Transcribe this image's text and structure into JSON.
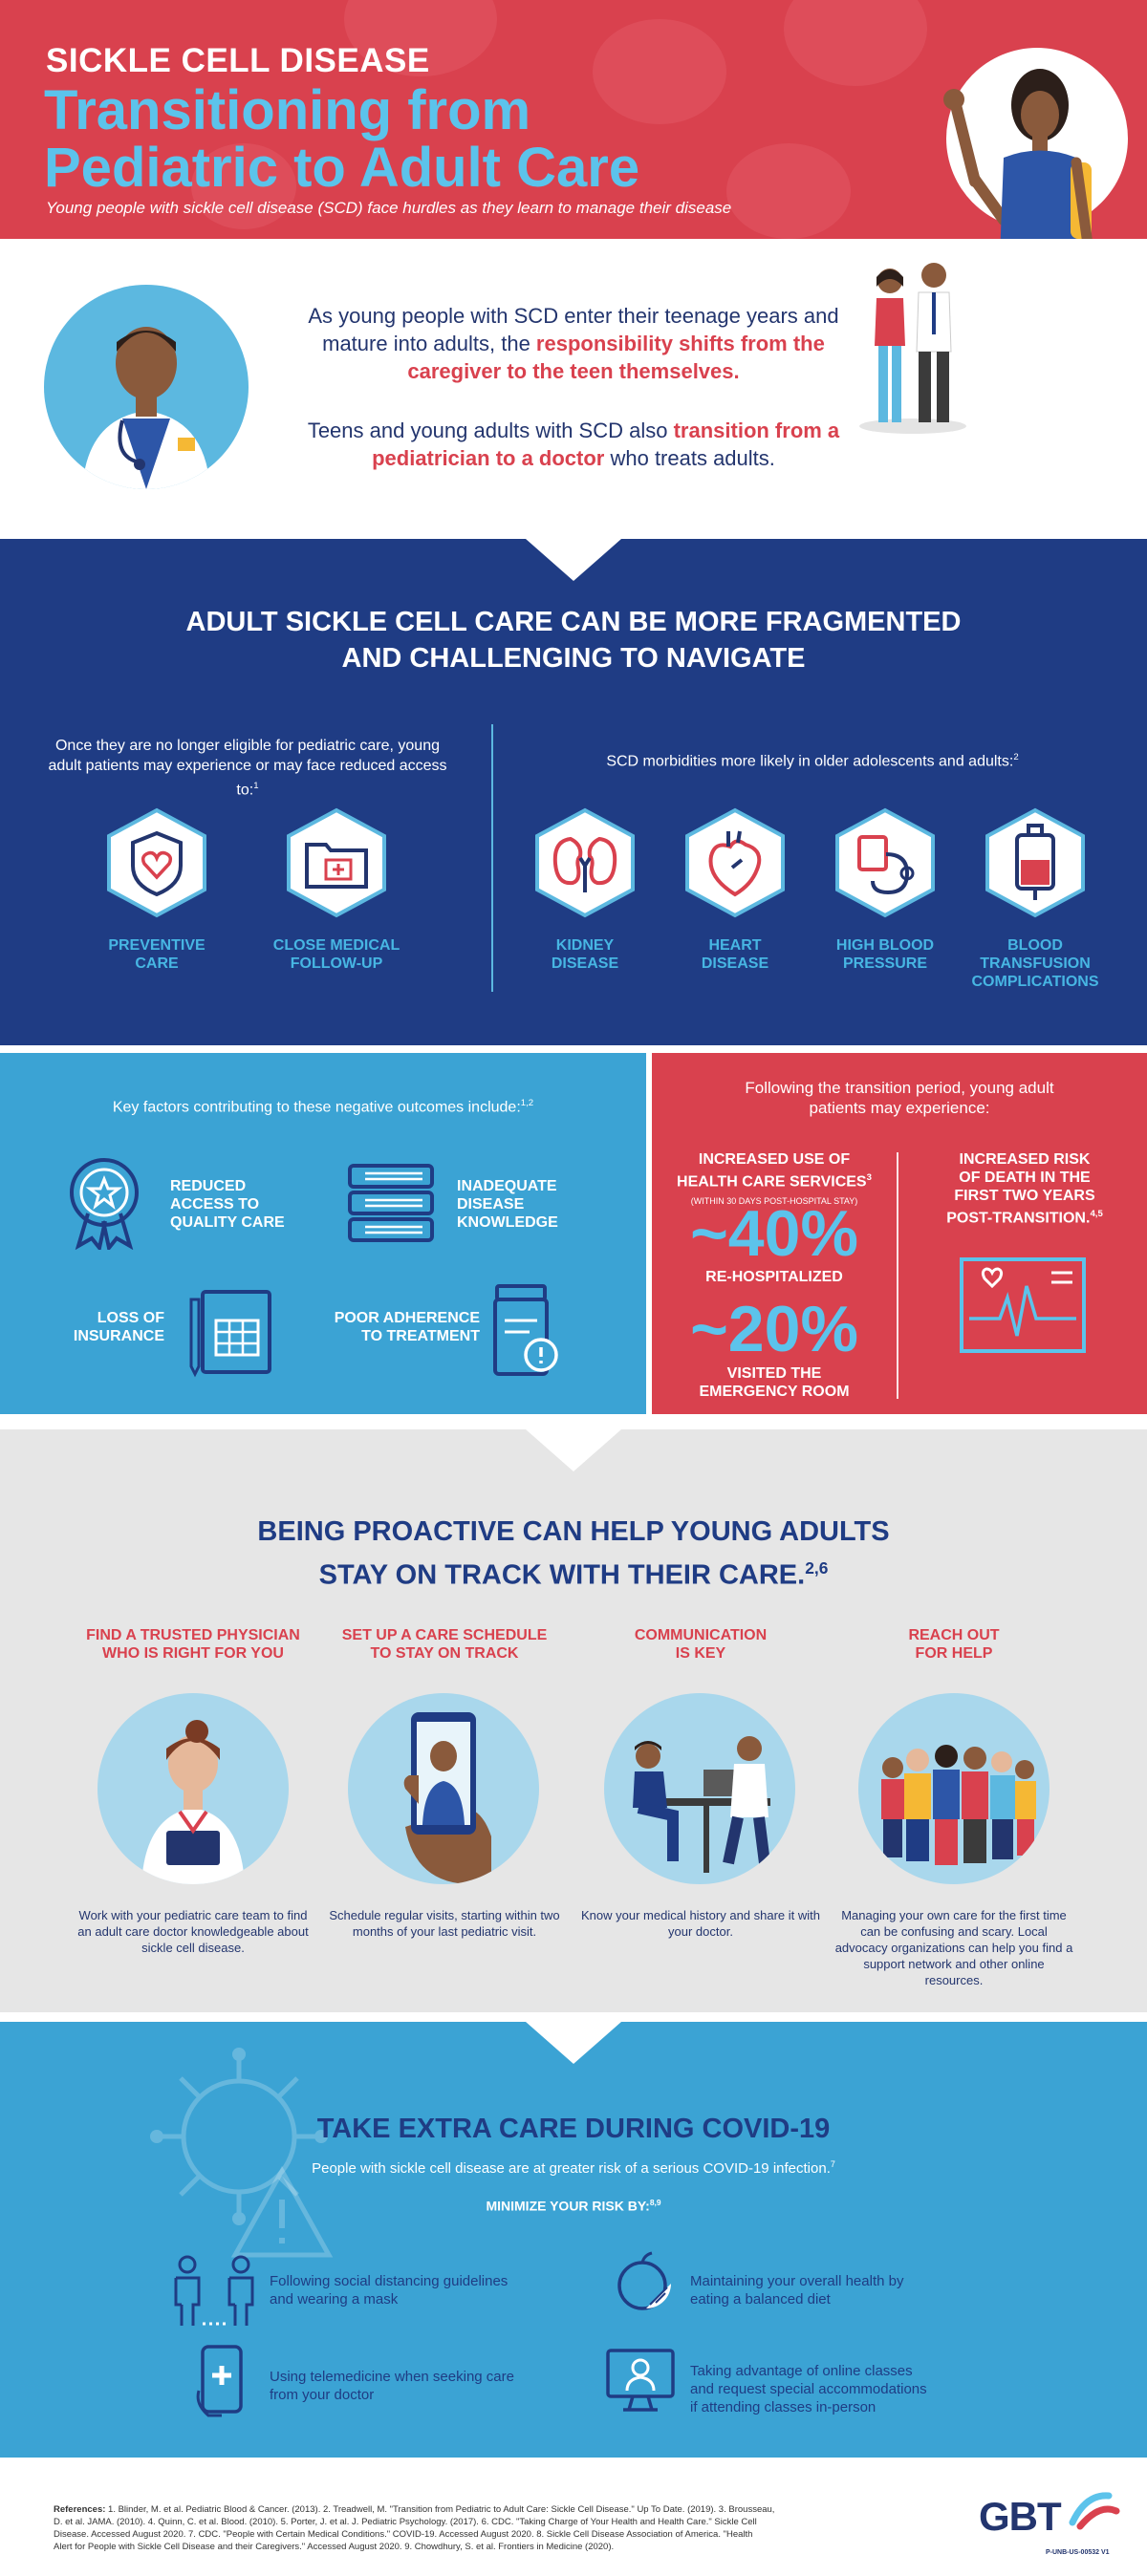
{
  "header": {
    "kicker": "SICKLE CELL DISEASE",
    "title_line1": "Transitioning from",
    "title_line2": "Pediatric to Adult Care",
    "subtitle": "Young people with sickle cell disease (SCD) face hurdles as they learn to manage their disease"
  },
  "intro": {
    "p1_plain": "As young people with SCD enter their teenage years and mature into adults, the ",
    "p1_highlight": "responsibility shifts from the caregiver to the teen themselves.",
    "p2_plain_a": "Teens and young adults with SCD also ",
    "p2_highlight": "transition from a pediatrician to a doctor",
    "p2_plain_b": " who treats adults."
  },
  "fragmented": {
    "title_line1": "ADULT SICKLE CELL CARE CAN BE MORE FRAGMENTED",
    "title_line2": "AND CHALLENGING TO NAVIGATE",
    "left_intro": "Once they are no longer eligible for pediatric care, young adult patients may experience or may face reduced access to:",
    "left_ref": "1",
    "left_items": [
      {
        "line1": "PREVENTIVE",
        "line2": "CARE",
        "icon": "shield-heart-icon"
      },
      {
        "line1": "CLOSE MEDICAL",
        "line2": "FOLLOW-UP",
        "icon": "medical-folder-icon"
      }
    ],
    "right_intro": "SCD morbidities more likely in older adolescents and adults:",
    "right_ref": "2",
    "right_items": [
      {
        "line1": "KIDNEY",
        "line2": "DISEASE",
        "line3": "",
        "icon": "kidney-icon"
      },
      {
        "line1": "HEART",
        "line2": "DISEASE",
        "line3": "",
        "icon": "heart-organ-icon"
      },
      {
        "line1": "HIGH BLOOD",
        "line2": "PRESSURE",
        "line3": "",
        "icon": "blood-pressure-icon"
      },
      {
        "line1": "BLOOD",
        "line2": "TRANSFUSION",
        "line3": "COMPLICATIONS",
        "icon": "blood-bag-icon"
      }
    ]
  },
  "factors": {
    "intro": "Key factors contributing to these negative outcomes include:",
    "ref": "1,2",
    "items": [
      {
        "line1": "REDUCED",
        "line2": "ACCESS TO",
        "line3": "QUALITY CARE",
        "icon": "award-ribbon-icon"
      },
      {
        "line1": "INADEQUATE",
        "line2": "DISEASE",
        "line3": "KNOWLEDGE",
        "icon": "books-icon"
      },
      {
        "line1": "LOSS OF",
        "line2": "INSURANCE",
        "line3": "",
        "icon": "insurance-form-icon"
      },
      {
        "line1": "POOR ADHERENCE",
        "line2": "TO TREATMENT",
        "line3": "",
        "icon": "pill-bottle-icon"
      }
    ]
  },
  "outcomes": {
    "intro_line1": "Following the transition period, young adult",
    "intro_line2": "patients may experience:",
    "left_title_line1": "INCREASED USE OF",
    "left_title_line2": "HEALTH CARE SERVICES",
    "left_ref": "3",
    "left_note": "(WITHIN 30 DAYS POST-HOSPITAL STAY)",
    "stat1_value": "~40%",
    "stat1_label": "RE-HOSPITALIZED",
    "stat2_value": "~20%",
    "stat2_label_line1": "VISITED THE",
    "stat2_label_line2": "EMERGENCY ROOM",
    "right_title_line1": "INCREASED RISK",
    "right_title_line2": "OF DEATH IN THE",
    "right_title_line3": "FIRST TWO YEARS",
    "right_title_line4": "POST-TRANSITION.",
    "right_ref": "4,5"
  },
  "proactive": {
    "title_line1": "BEING PROACTIVE CAN HELP YOUNG ADULTS",
    "title_line2": "STAY ON TRACK WITH THEIR CARE.",
    "ref": "2,6",
    "steps": [
      {
        "title_line1": "FIND A TRUSTED PHYSICIAN",
        "title_line2": "WHO IS RIGHT FOR YOU",
        "body": "Work with your pediatric care team to find an adult care doctor knowledgeable about sickle cell disease."
      },
      {
        "title_line1": "SET UP A CARE SCHEDULE",
        "title_line2": "TO STAY ON TRACK",
        "body": "Schedule regular visits, starting within two months of your last pediatric visit."
      },
      {
        "title_line1": "COMMUNICATION",
        "title_line2": "IS KEY",
        "body": "Know your medical history and share it with your doctor."
      },
      {
        "title_line1": "REACH OUT",
        "title_line2": "FOR HELP",
        "body": "Managing your own care for the first time can be confusing and scary. Local advocacy organizations can help you find a support network and other online resources."
      }
    ]
  },
  "covid": {
    "title": "TAKE EXTRA CARE DURING COVID-19",
    "subtitle": "People with sickle cell disease are at greater risk of a serious COVID-19 infection.",
    "subtitle_ref": "7",
    "minimize": "MINIMIZE YOUR RISK BY:",
    "minimize_ref": "8,9",
    "items": [
      {
        "line1": "Following social distancing guidelines",
        "line2": "and wearing a mask",
        "icon": "social-distance-icon"
      },
      {
        "line1": "Maintaining your overall health by",
        "line2": "eating a balanced diet",
        "icon": "fruit-icon"
      },
      {
        "line1": "Using telemedicine when seeking care",
        "line2": "from your doctor",
        "icon": "telemedicine-icon"
      },
      {
        "line1": "Taking advantage of online classes",
        "line2": "and request special accommodations",
        "line3": "if attending classes in-person",
        "icon": "online-class-icon"
      }
    ]
  },
  "references": {
    "label": "References:",
    "line1": "1. Blinder, M. et al. Pediatric Blood & Cancer. (2013). 2. Treadwell, M. \"Transition from Pediatric to Adult Care: Sickle Cell Disease.\" Up To Date. (2019). 3. Brousseau,",
    "line2": "D. et al. JAMA. (2010). 4. Quinn, C. et al. Blood. (2010). 5. Porter, J. et al. J. Pediatric Psychology. (2017). 6. CDC. \"Taking Charge of Your Health and Health Care.\" Sickle Cell",
    "line3": "Disease. Accessed August 2020. 7. CDC. \"People with Certain Medical Conditions.\" COVID-19. Accessed August 2020. 8. Sickle Cell Disease Association of America. \"Health",
    "line4": "Alert for People with Sickle Cell Disease and their Caregivers.\" Accessed August 2020. 9. Chowdhury, S. et al. Frontiers in Medicine (2020).",
    "logo": "GBT",
    "code": "P-UNB-US-00532 V1"
  },
  "colors": {
    "red": "#d9414e",
    "navy": "#1f3c84",
    "cyan": "#3ba3d4",
    "light_cyan": "#5cc3eb",
    "gray": "#e6e6e6"
  }
}
